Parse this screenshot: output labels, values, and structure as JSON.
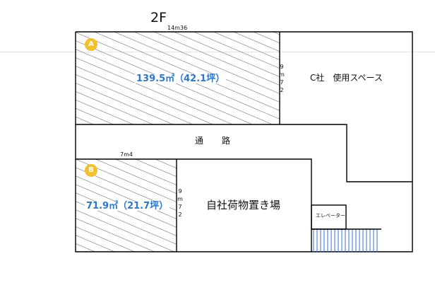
{
  "floor_label": "2F",
  "dimensions": {
    "top_width": "14m36",
    "lower_width": "7m4",
    "depth_a": [
      "9",
      "m",
      "7",
      "2"
    ],
    "depth_b": [
      "9",
      "m",
      "7",
      "2"
    ]
  },
  "units": {
    "a": {
      "badge": "A",
      "area": "139.5㎡（42.1坪）"
    },
    "b": {
      "badge": "B",
      "area": "71.9㎡（21.7坪）"
    }
  },
  "rooms": {
    "company_c": "C社　使用スペース",
    "corridor": "通路",
    "storage": "自社荷物置き場",
    "elevator": "エレベーター"
  },
  "colors": {
    "area_text": "#2f77c4",
    "badge": "#f2c12e",
    "stair_lines": "#3a6fd8",
    "walls": "#000000"
  }
}
